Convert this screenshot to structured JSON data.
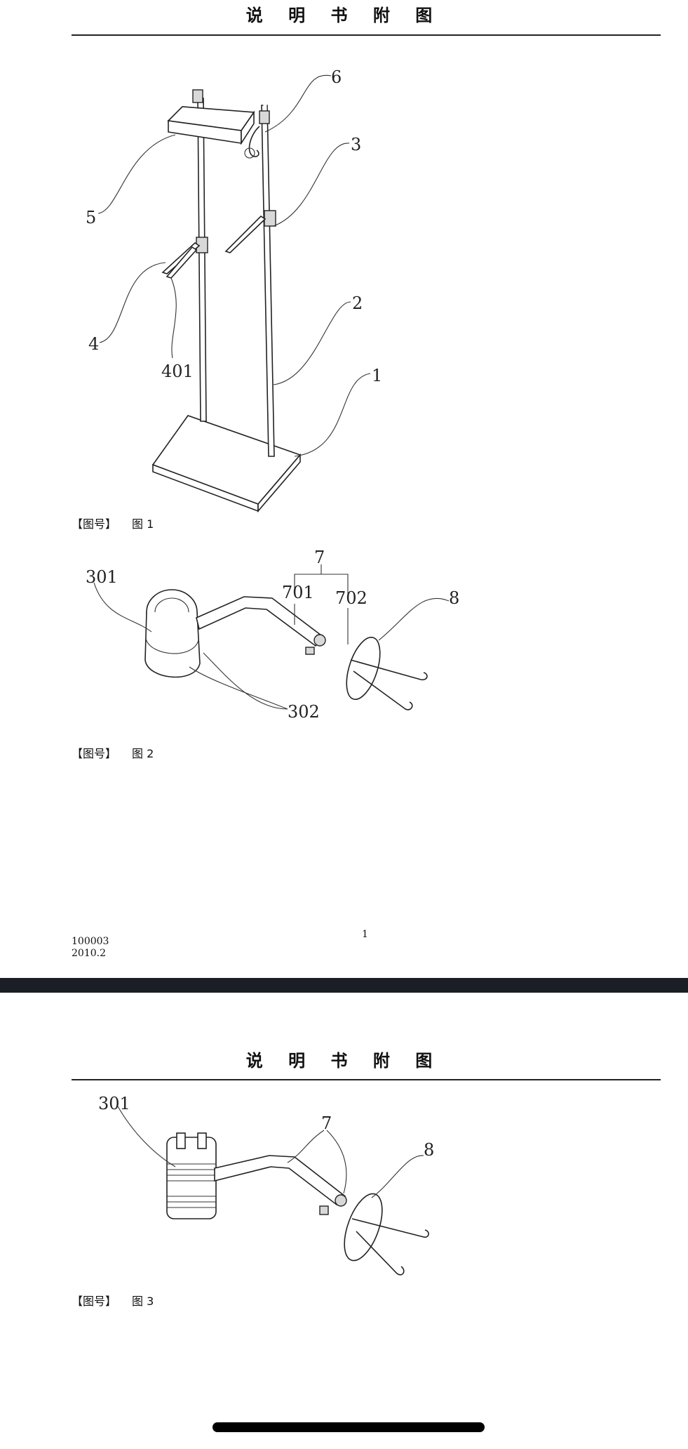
{
  "page1": {
    "title": "说 明 书 附 图",
    "figures": [
      {
        "caption_bracket": "【图号】",
        "caption_name": "图 1",
        "labels": [
          "6",
          "3",
          "5",
          "2",
          "4",
          "401",
          "1"
        ]
      },
      {
        "caption_bracket": "【图号】",
        "caption_name": "图 2",
        "labels": [
          "301",
          "7",
          "701",
          "702",
          "8",
          "302"
        ]
      }
    ],
    "page_number": "1",
    "footer_code": "100003",
    "footer_date": "2010.2"
  },
  "page2": {
    "title": "说 明 书 附 图",
    "figures": [
      {
        "caption_bracket": "【图号】",
        "caption_name": "图 3",
        "labels": [
          "301",
          "7",
          "8"
        ]
      }
    ]
  },
  "colors": {
    "divider_band": "#1b1e24",
    "home_indicator": "#000000"
  }
}
